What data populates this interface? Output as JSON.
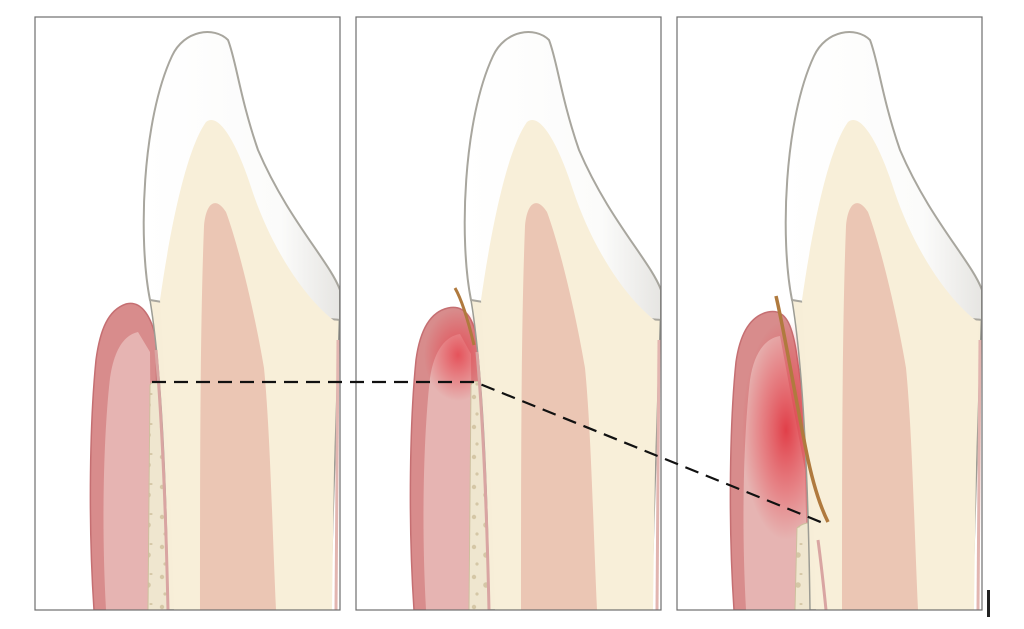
{
  "figure": {
    "panel_count": 3,
    "colors": {
      "background": "#ffffff",
      "panel_border": "#6e6e6e",
      "enamel": "#fdfdfd",
      "enamel_shadow": "#e4e3e0",
      "dentin": "#f7eed8",
      "dentin_light": "#fbf3de",
      "pulp": "#ebc6b4",
      "gum": "#d88c8c",
      "gum_inner": "#e6b4b2",
      "gum_edge": "#c56f72",
      "inflammation": "#e5424c",
      "bone": "#efe6cf",
      "bone_pores": "#d5c7a6",
      "calculus": "#b07a3e",
      "dashed_line": "#111111"
    },
    "stages": [
      {
        "inflammation": 0,
        "calculus": 0,
        "attachment_loss": 0
      },
      {
        "inflammation": 0.5,
        "calculus": 0.4,
        "attachment_loss": 0
      },
      {
        "inflammation": 1,
        "calculus": 1,
        "attachment_loss": 1
      }
    ]
  }
}
